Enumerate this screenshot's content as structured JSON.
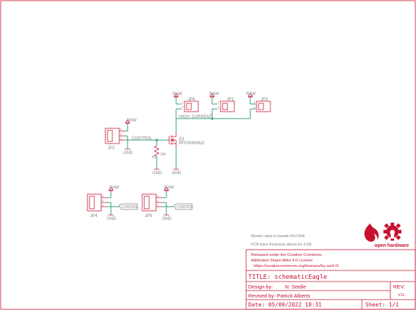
{
  "colors": {
    "frame": "#c8102e",
    "wire": "#2d9c7a",
    "part": "#808080",
    "brand": "#c8102e"
  },
  "labels": {
    "raw": "RAW",
    "gnd": "GND",
    "control": "CONTROL",
    "high_current": "HIGH_CURRENT",
    "jp1": "JP1",
    "jp2": "JP2",
    "jp3": "JP3",
    "jp4": "JP4",
    "jp5": "JP5",
    "jp6": "JP6",
    "q1": "Q1",
    "q1_value": "RFP30N06LE",
    "r1": "R1",
    "r1_value": "10k",
    "pin1": "1",
    "pin2": "2",
    "pin3": "3"
  },
  "notes": {
    "mosfet": "Mosfet rated to handle 60V/30A",
    "trace": "PCB trace thickness allows for 3.5A"
  },
  "license": {
    "line1": "Released under the Creative Commons",
    "line2": "Attribution Share-Alike 4.0 License",
    "line3": "https://creativecommons.org/licenses/by-sa/4.0/"
  },
  "logo": {
    "text": "open hardware",
    "icon": "open-hardware-gear-icon"
  },
  "title_block": {
    "title": "TITLE: schematicEagle",
    "design": "Design by:",
    "designer": "N. Seidle",
    "revised": "Revised by: Patrick Alberts",
    "rev_label": "REV:",
    "rev_value": "V11",
    "date": "Date: 05/09/2022 18:31",
    "sheet": "Sheet: 1/1"
  }
}
